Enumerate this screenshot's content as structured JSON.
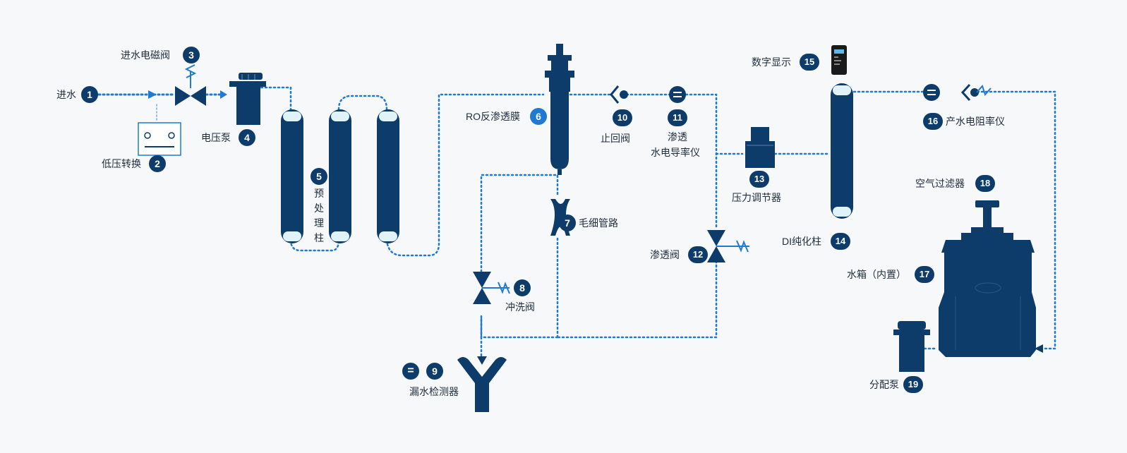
{
  "colors": {
    "pipe": "#1f7ad3",
    "component": "#0d3c6b",
    "cap": "#dff3f9",
    "background": "#f7f8fa"
  },
  "components": [
    {
      "key": "c1",
      "number": "1",
      "label": "进水",
      "icon": "inlet-arrow-icon"
    },
    {
      "key": "c2",
      "number": "2",
      "label": "低压转换",
      "icon": "pressure-switch-icon"
    },
    {
      "key": "c3",
      "number": "3",
      "label": "进水电磁阀",
      "icon": "solenoid-valve-icon"
    },
    {
      "key": "c4",
      "number": "4",
      "label": "电压泵",
      "icon": "pump-icon"
    },
    {
      "key": "c5",
      "number": "5",
      "label": "预处理柱",
      "icon": "filter-column-icon"
    },
    {
      "key": "c6",
      "number": "6",
      "label": "RO反渗透膜",
      "icon": "ro-membrane-icon"
    },
    {
      "key": "c7",
      "number": "7",
      "label": "毛细管路",
      "icon": "capillary-icon"
    },
    {
      "key": "c8",
      "number": "8",
      "label": "冲洗阀",
      "icon": "flush-valve-icon"
    },
    {
      "key": "c9",
      "number": "9",
      "label": "漏水检测器",
      "icon": "leak-detector-icon",
      "meter": "="
    },
    {
      "key": "c10",
      "number": "10",
      "label": "止回阀",
      "icon": "check-valve-icon"
    },
    {
      "key": "c11",
      "number": "11",
      "label_line1": "渗透",
      "label_line2": "水电导率仪",
      "icon": "conductivity-meter-icon",
      "meter": "="
    },
    {
      "key": "c12",
      "number": "12",
      "label": "渗透阀",
      "icon": "permeate-valve-icon"
    },
    {
      "key": "c13",
      "number": "13",
      "label": "压力调节器",
      "icon": "pressure-regulator-icon"
    },
    {
      "key": "c14",
      "number": "14",
      "label": "DI纯化柱",
      "icon": "di-column-icon"
    },
    {
      "key": "c15",
      "number": "15",
      "label": "数字显示",
      "icon": "digital-display-icon"
    },
    {
      "key": "c16",
      "number": "16",
      "label": "产水电阻率仪",
      "icon": "resistivity-meter-icon",
      "meter": "="
    },
    {
      "key": "c17",
      "number": "17",
      "label": "水箱（内置）",
      "icon": "water-tank-icon"
    },
    {
      "key": "c18",
      "number": "18",
      "label": "空气过滤器",
      "icon": "air-filter-icon"
    },
    {
      "key": "c19",
      "number": "19",
      "label": "分配泵",
      "icon": "dispense-pump-icon"
    }
  ]
}
